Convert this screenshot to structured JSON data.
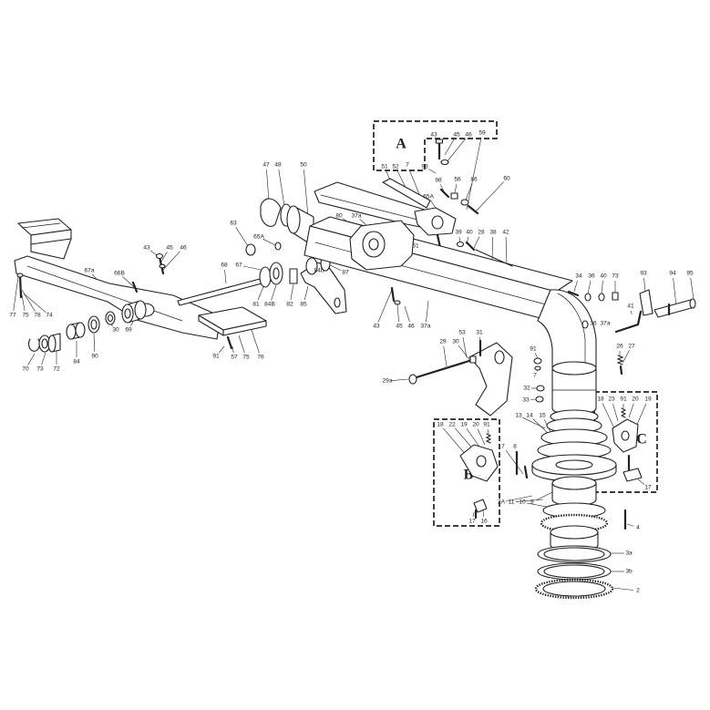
{
  "callouts": {
    "a": "A",
    "b": "B",
    "c": "C"
  },
  "part_labels": [
    "43",
    "45",
    "46",
    "59",
    "93",
    "51",
    "52",
    "7",
    "98",
    "56",
    "86",
    "60",
    "65A",
    "47",
    "48",
    "50",
    "80",
    "37a",
    "61",
    "39",
    "40",
    "28",
    "38",
    "42",
    "63",
    "65A",
    "43",
    "45",
    "46",
    "68",
    "67",
    "84b",
    "87",
    "67a",
    "66B",
    "81",
    "84B",
    "82",
    "85",
    "43",
    "45",
    "46",
    "37a",
    "77",
    "75",
    "78",
    "74",
    "30",
    "69",
    "91",
    "57",
    "75",
    "76",
    "70",
    "73",
    "72",
    "84",
    "90",
    "53",
    "31",
    "29",
    "30",
    "29a",
    "34",
    "36",
    "40",
    "73",
    "93",
    "94",
    "95",
    "36",
    "37a",
    "41",
    "26",
    "27",
    "91",
    "7",
    "32",
    "33",
    "13",
    "14",
    "15",
    "18",
    "23",
    "91",
    "20",
    "19",
    "18",
    "22",
    "19",
    "20",
    "91",
    "7",
    "8",
    "2A",
    "11",
    "10",
    "9",
    "17",
    "16",
    "17",
    "4",
    "3a",
    "3b",
    "2"
  ],
  "colors": {
    "ink": "#222222",
    "paper": "#ffffff"
  }
}
